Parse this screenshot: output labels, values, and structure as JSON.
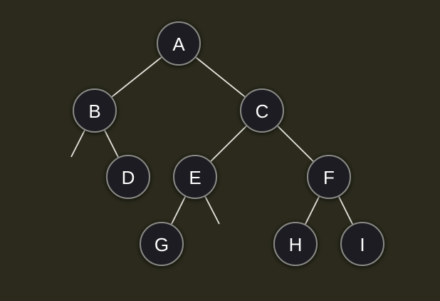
{
  "tree": {
    "nodes": [
      {
        "id": "A",
        "label": "A"
      },
      {
        "id": "B",
        "label": "B"
      },
      {
        "id": "C",
        "label": "C"
      },
      {
        "id": "D",
        "label": "D"
      },
      {
        "id": "E",
        "label": "E"
      },
      {
        "id": "F",
        "label": "F"
      },
      {
        "id": "G",
        "label": "G"
      },
      {
        "id": "H",
        "label": "H"
      },
      {
        "id": "I",
        "label": "I"
      }
    ],
    "edges": [
      {
        "from": "A",
        "to": "B"
      },
      {
        "from": "A",
        "to": "C"
      },
      {
        "from": "B",
        "to": null,
        "side": "left"
      },
      {
        "from": "B",
        "to": "D"
      },
      {
        "from": "C",
        "to": "E"
      },
      {
        "from": "C",
        "to": "F"
      },
      {
        "from": "E",
        "to": "G"
      },
      {
        "from": "E",
        "to": null,
        "side": "right"
      },
      {
        "from": "F",
        "to": "H"
      },
      {
        "from": "F",
        "to": "I"
      }
    ],
    "colors": {
      "background": "#2b2a1c",
      "node_fill": "#1d1e21",
      "node_stroke": "#8a8a86",
      "edge": "#e6e6e0",
      "label": "#ffffff"
    }
  }
}
